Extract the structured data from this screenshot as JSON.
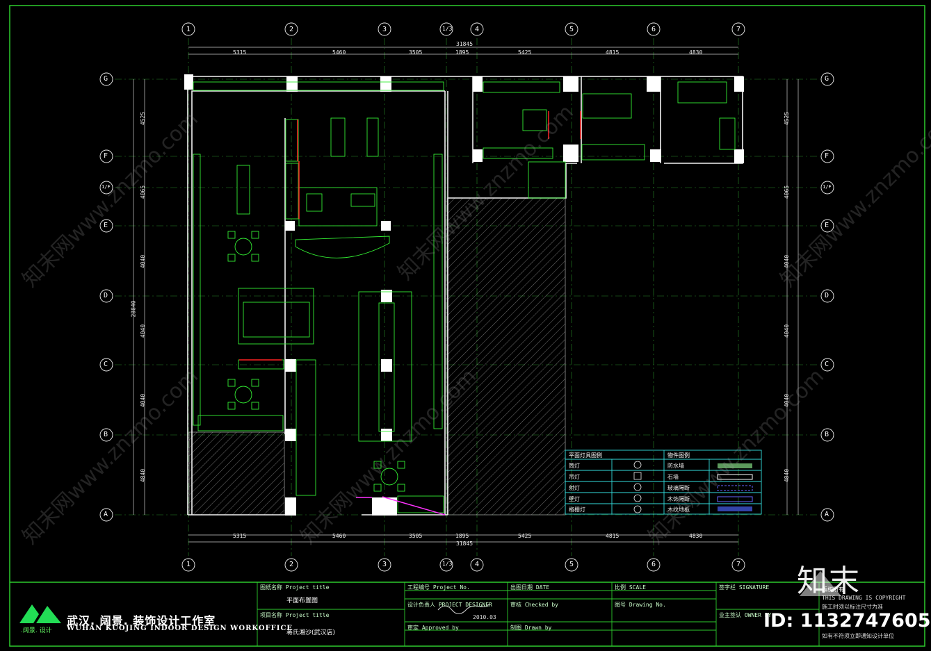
{
  "grid": {
    "top_columns": [
      "1",
      "2",
      "3",
      "1/3",
      "4",
      "5",
      "6",
      "7"
    ],
    "rows_left": [
      "G",
      "F",
      "1/F",
      "E",
      "D",
      "C",
      "B",
      "A"
    ],
    "rows_right": [
      "G",
      "F",
      "1/F",
      "E",
      "D",
      "C",
      "B",
      "A"
    ],
    "top_total": "31845",
    "bottom_total": "31845",
    "span_dims": [
      "5315",
      "5460",
      "3505",
      "1895",
      "5425",
      "4815",
      "4830"
    ],
    "left_total": "28840",
    "left_dims": [
      "4525",
      "4065",
      "4040",
      "4040",
      "4040",
      "4840"
    ],
    "right_dims": [
      "4525",
      "4065",
      "4040",
      "4040",
      "4040",
      "4840"
    ]
  },
  "legend": {
    "title_left": "平面灯具图例",
    "title_right": "物件图例",
    "rows": [
      {
        "left": "筒灯",
        "right": "防水墙"
      },
      {
        "left": "吊灯",
        "right": "石墙"
      },
      {
        "left": "射灯",
        "right": "玻璃隔断"
      },
      {
        "left": "壁灯",
        "right": "木饰隔断"
      },
      {
        "left": "格栅灯",
        "right": "木纹地板"
      }
    ]
  },
  "title_block": {
    "drawing_name_label": "图纸名称 Project title",
    "project_no_label": "工程编号 Project No.",
    "drawing_no_label": "出图日期 DATE",
    "scale_label": "比例 SCALE",
    "signature_label": "签字栏 SIGNATURE",
    "drawing_name": "平面布置图",
    "project_name_label": "项目名称 Project title",
    "project_name": "蒋氏湘沙(武汉店)",
    "designer_label": "设计负责人 PROJECT DESIGNER",
    "checker_label": "审核 Checked by",
    "approved_label": "审定 Approved by",
    "drawn_label": "制图 Drawn by",
    "sheet_no_label": "图号 Drawing No.",
    "owner_label": "业主签认 OWNER BY",
    "signature_date": "2010.03",
    "copyright_title": "版权所有",
    "copyright_lines": [
      "THIS DRAWING IS COPYRIGHT",
      "施工时须以标注尺寸为准",
      "如有不符须立即通知设计单位"
    ]
  },
  "brand": {
    "name_cn": "武汉. 阔景. 装饰设计工作室",
    "name_en": "WUHAN KUOJING INDOOR DESIGN WORKOFFICE",
    "sub": ".阔景. 设计"
  },
  "watermark": {
    "text": "知末网www.znzmo.com",
    "site_brand": "知末",
    "id": "ID: 1132747605"
  },
  "colors": {
    "background": "#000000",
    "walls": "#ffffff",
    "linework": "#22cc22",
    "furniture": "#33ff33",
    "accent_red": "#ff2222",
    "accent_magenta": "#ff33ff",
    "legend_cyan": "#33dddd"
  }
}
